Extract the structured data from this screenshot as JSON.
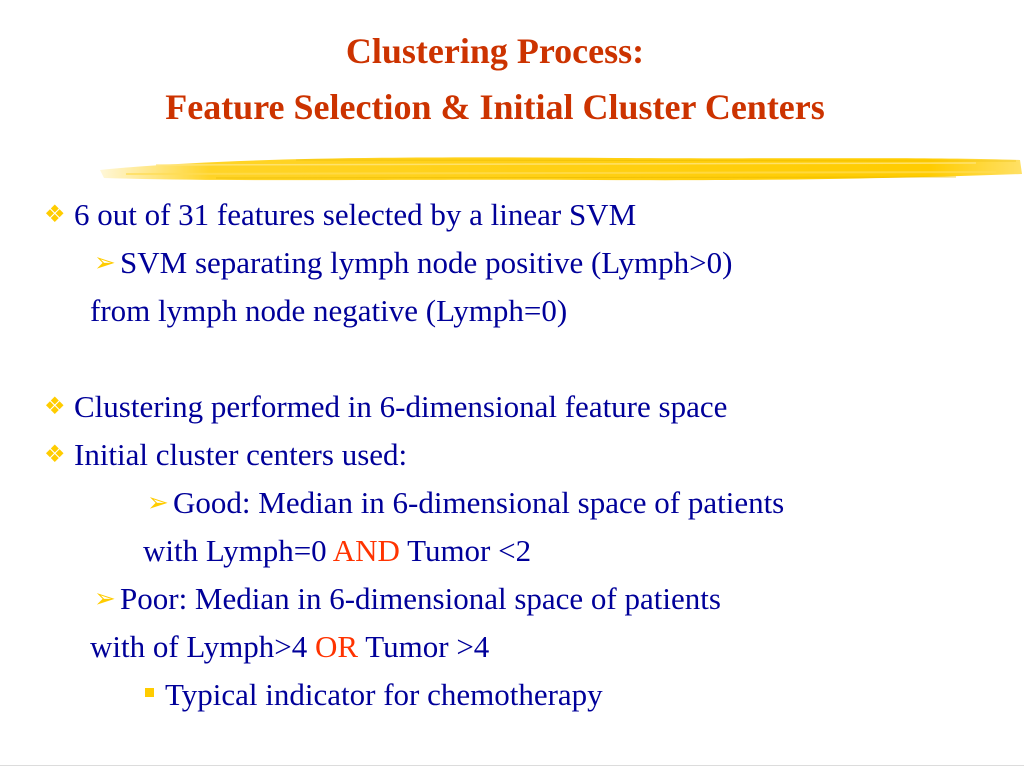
{
  "title": {
    "line1": "Clustering Process:",
    "line2": "Feature Selection & Initial Cluster Centers"
  },
  "colors": {
    "title": "#cc3300",
    "body_text": "#000099",
    "bullet": "#ffcc00",
    "accent": "#ff3300"
  },
  "bullets": {
    "b1": "6 out of 31 features selected  by a linear SVM",
    "b1_sub_line1": "SVM separating lymph node positive (Lymph>0)",
    "b1_sub_line2": "from lymph node negative (Lymph=0)",
    "b2": "Clustering performed in 6-dimensional  feature space",
    "b3": "Initial cluster centers used:",
    "good_line1": "Good: Median  in 6-dimensional space of  patients",
    "good_line2_prefix": "with Lymph=0 ",
    "good_line2_op": "AND",
    "good_line2_suffix": " Tumor <2",
    "poor_line1": "Poor: Median in 6-dimensional space of  patients",
    "poor_line2_prefix": "with of Lymph>4 ",
    "poor_line2_op": "OR",
    "poor_line2_suffix": " Tumor >4",
    "typical": "Typical indicator for chemotherapy"
  },
  "icons": {
    "diamond_bullet": "❖",
    "arrow_bullet": "➢"
  }
}
